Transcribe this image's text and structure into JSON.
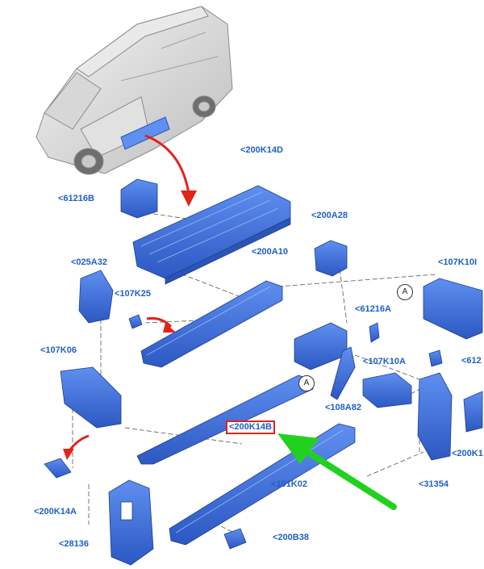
{
  "callouts": {
    "c200K14D": "<200K14D",
    "c61216B": "<61216B",
    "c200A28": "<200A28",
    "c025A32": "<025A32",
    "c200A10": "<200A10",
    "c107K10": "<107K10I",
    "c107K25": "<107K25",
    "c61216A": "<61216A",
    "c107K06": "<107K06",
    "c107K10A": "<107K10A",
    "c612": "<612",
    "c108A82": "<108A82",
    "c200K14B": "<200K14B",
    "c200K1": "<200K1",
    "c31354": "<31354",
    "c200K14A": "<200K14A",
    "c101K02": "<101K02",
    "c28136": "<28136",
    "c200B38": "<200B38"
  },
  "refs": {
    "a1": "A",
    "a2": "A"
  },
  "colors": {
    "label": "#1f5fc8",
    "part": "#3f74e0",
    "partDark": "#2a55b5",
    "arrowRed": "#e2231a",
    "arrowGreen": "#22d11f",
    "highlight": "#e2231a"
  }
}
